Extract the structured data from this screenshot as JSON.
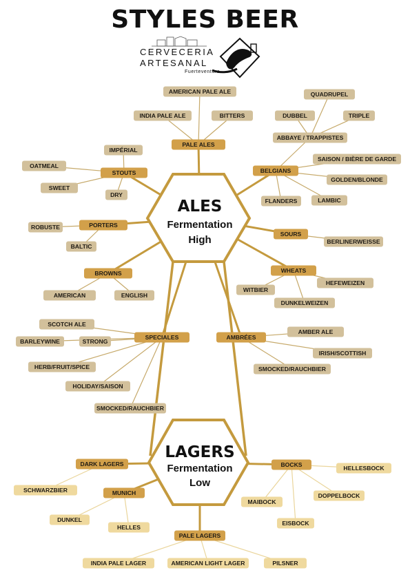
{
  "title": "STYLES BEER",
  "logo": {
    "line1": "CERVECERIA",
    "line2": "ARTESANAL",
    "line3": "Fuerteventura"
  },
  "colors": {
    "category": "#d2a04a",
    "ales_leaf": "#d2c09b",
    "lagers_leaf": "#efd99e",
    "hexagon": "#c49a3e",
    "ales_line": "#c6a96a",
    "lagers_line": "#ead59b"
  },
  "hubs": {
    "ales": {
      "title": "ALES",
      "line1": "Fermentation",
      "line2": "High"
    },
    "lagers": {
      "title": "LAGERS",
      "line1": "Fermentation",
      "line2": "Low"
    }
  },
  "categories": [
    {
      "label": "PALE ALES",
      "styles": [
        "AMERICAN PALE ALE",
        "INDIA PALE ALE",
        "BITTERS"
      ]
    },
    {
      "label": "BELGIANS",
      "styles": [
        "SAISON / BIÈRE DE GARDE",
        "GOLDEN/BLONDE",
        "LAMBIC",
        "FLANDERS"
      ]
    },
    {
      "label": "ABBAYE / TRAPPISTES",
      "styles": [
        "QUADRUPEL",
        "DUBBEL",
        "TRIPLE"
      ]
    },
    {
      "label": "STOUTS",
      "styles": [
        "IMPÉRIAL",
        "OATMEAL",
        "SWEET",
        "DRY"
      ]
    },
    {
      "label": "PORTERS",
      "styles": [
        "ROBUSTE",
        "BALTIC"
      ]
    },
    {
      "label": "SOURS",
      "styles": [
        "BERLINERWEISSE"
      ]
    },
    {
      "label": "BROWNS",
      "styles": [
        "AMERICAN",
        "ENGLISH"
      ]
    },
    {
      "label": "WHEATS",
      "styles": [
        "WITBIER",
        "HEFEWEIZEN",
        "DUNKELWEIZEN"
      ]
    },
    {
      "label": "SPECIALES",
      "styles": [
        "SCOTCH ALE",
        "BARLEYWINE",
        "STRONG",
        "HERB/FRUIT/SPICE",
        "HOLIDAY/SAISON",
        "SMOCKED/RAUCHBIER"
      ]
    },
    {
      "label": "AMBRÉES",
      "styles": [
        "AMBER ALE",
        "IRISH/SCOTTISH",
        "SMOCKED/RAUCHBIER"
      ]
    },
    {
      "label": "DARK LAGERS",
      "styles": [
        "SCHWARZBIER"
      ]
    },
    {
      "label": "MUNICH",
      "styles": [
        "DUNKEL",
        "HELLES"
      ]
    },
    {
      "label": "BOCKS",
      "styles": [
        "HELLESBOCK",
        "DOPPELBOCK",
        "MAIBOCK",
        "EISBOCK"
      ]
    },
    {
      "label": "PALE LAGERS",
      "styles": [
        "INDIA PALE LAGER",
        "AMERICAN LIGHT LAGER",
        "PILSNER"
      ]
    }
  ]
}
